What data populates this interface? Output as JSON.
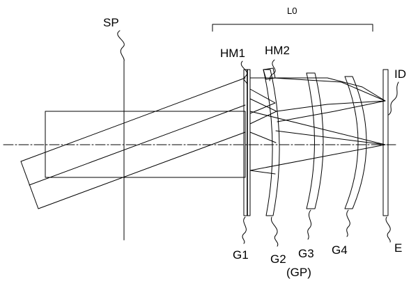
{
  "colors": {
    "line": "#000000",
    "background": "#ffffff"
  },
  "labels": {
    "sp": "SP",
    "l0": "L0",
    "hm1": "HM1",
    "hm2": "HM2",
    "id": "ID",
    "g1": "G1",
    "g2": "G2",
    "g3": "G3",
    "gp": "(GP)",
    "g4": "G4",
    "e": "E"
  }
}
